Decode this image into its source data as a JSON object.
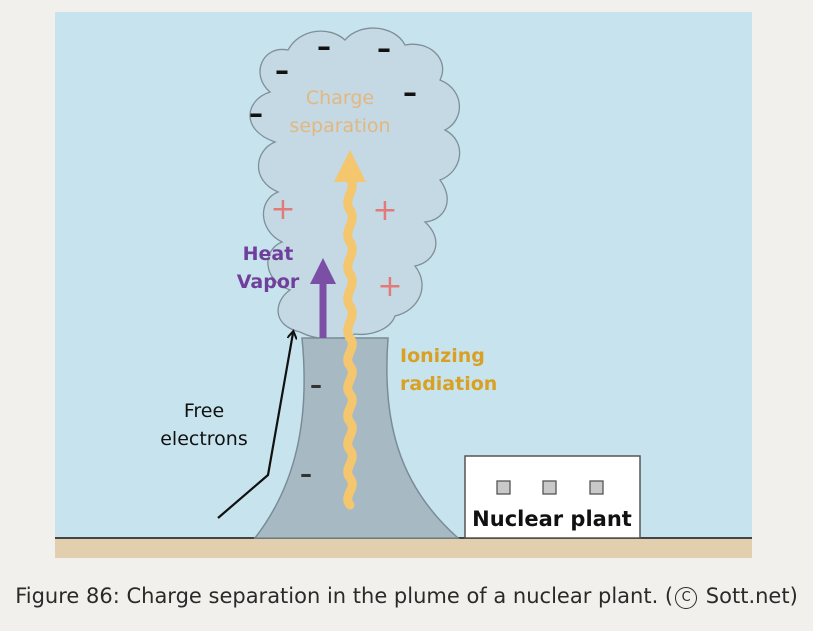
{
  "diagram": {
    "labels": {
      "charge_separation_line1": "Charge",
      "charge_separation_line2": "separation",
      "heat": "Heat",
      "vapor": "Vapor",
      "ionizing": "Ionizing",
      "radiation": "radiation",
      "free": "Free",
      "electrons": "electrons",
      "nuclear_plant": "Nuclear plant"
    },
    "symbols": {
      "minus": "–",
      "plus": "+"
    },
    "colors": {
      "sky": "#c7e4ee",
      "ground": "#e2cfae",
      "tower": "#a7bac3",
      "plume": "#c3d7e0",
      "radiation_arrow": "#f4c66e",
      "heat_arrow": "#7b4fa6",
      "plus_sign": "#e37a7a",
      "charge_label": "#e2b781",
      "ionizing_label": "#d9a023",
      "heat_label": "#6f3f9b",
      "black_arrow": "#111111"
    }
  },
  "caption": {
    "prefix": "Figure 86: Charge separation in the plume of a nuclear plant. (",
    "copyright_symbol": "C",
    "suffix": " Sott.net)"
  }
}
